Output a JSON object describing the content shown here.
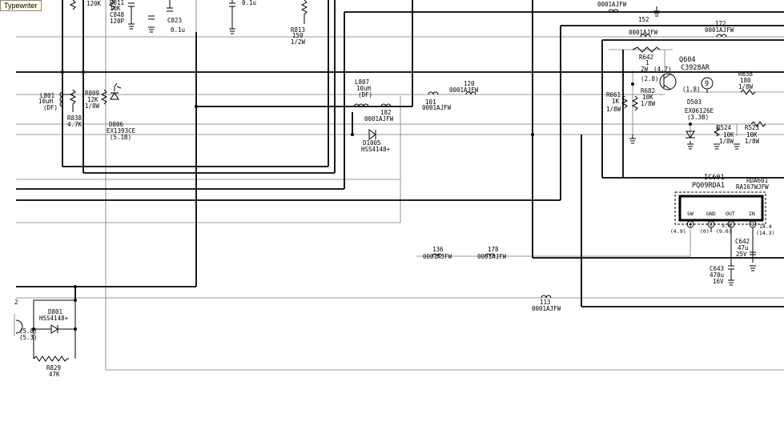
{
  "tool_badge": "Typewriter",
  "labels": {
    "r811_val": "120K",
    "r811_name": "R811",
    "r811_res": "10K",
    "c848_name": "C848",
    "c848_val": "120P",
    "c823_name": "C823",
    "c823_val": "0.1u",
    "cap_top_val": "0.1u",
    "r813_name": "R813",
    "r813_val": "150",
    "r813_watt": "1/2W",
    "top_jumper": "0001AJFW",
    "j152": "152",
    "j152_code": "0001AJFW",
    "j172": "172",
    "j172_code": "0001AJFW",
    "r642_name": "R642",
    "r642_one": "1",
    "r642_watt": "2W",
    "r642_v1": "(4.7)",
    "r642_v2": "(2.8)",
    "q604_name": "Q604",
    "q604_part": "C3928AR",
    "q604_v": "(1.8)",
    "tp9": "9",
    "r638_name": "R638",
    "r638_val": "180",
    "r638_watt": "1/8W",
    "r661_name": "R661",
    "r661_val": "1K",
    "r661_watt": "1/8W",
    "r682_name": "R682",
    "r682_val": "10K",
    "r682_watt": "1/8W",
    "d503_name": "D503",
    "d503_part": "EX06126E",
    "d503_v": "(3.3B)",
    "r524_name": "R524",
    "r524_val": "10K",
    "r524_watt": "1/8W",
    "r523_name": "R523",
    "r523_val": "10K",
    "r523_watt": "1/8W",
    "l801_name": "L801",
    "l801_val": "10uH",
    "l801_type": "(DF)",
    "r838_name": "R838",
    "r838_val": "4.7K",
    "r809_name": "R809",
    "r809_val": "12K",
    "r809_watt": "1/8W",
    "d806_name": "D806",
    "d806_part": "EX1393CE",
    "d806_v": "(5.1B)",
    "l807_name": "L807",
    "l807_val": "10uH",
    "l807_type": "(DF)",
    "j120": "120",
    "j120_code": "0001AJFW",
    "j101": "101",
    "j101_code": "0001AJFW",
    "j182": "182",
    "j182_code": "0001AJFW",
    "d1005_name": "D1005",
    "d1005_part": "HSS4148+",
    "ic601_name": "IC601",
    "ic601_part": "PQ09RDA1",
    "rda601_name": "RDA601",
    "rda601_part": "RA167WJFW",
    "pin_sw": "SW",
    "pin_gnd": "GND",
    "pin_out": "OUT",
    "pin_in": "IN",
    "pin4": "4",
    "pin3": "3",
    "pin2": "2",
    "pin1": "1",
    "pin4_v": "(4.9)",
    "pin3_v": "(0)",
    "pin2_v": "(9.0)",
    "pin2_v2": "9.0",
    "pin1_v": "14.4",
    "pin1_v2": "(14.3)",
    "c642_name": "C642",
    "c642_val": "47u",
    "c642_volt": "25V",
    "c643_name": "C643",
    "c643_val": "470u",
    "c643_volt": "16V",
    "j136": "136",
    "j136_code": "0001AJFW",
    "j178": "178",
    "j178_code": "0001AJFW",
    "j113": "113",
    "j113_code": "0001AJFW",
    "d801_name": "D801",
    "d801_part": "HSS4148+",
    "r829_name": "R829",
    "r829_val": "47K",
    "left_v": "(5.8)",
    "left_v2": "(5.3)",
    "left_edge": "2"
  }
}
